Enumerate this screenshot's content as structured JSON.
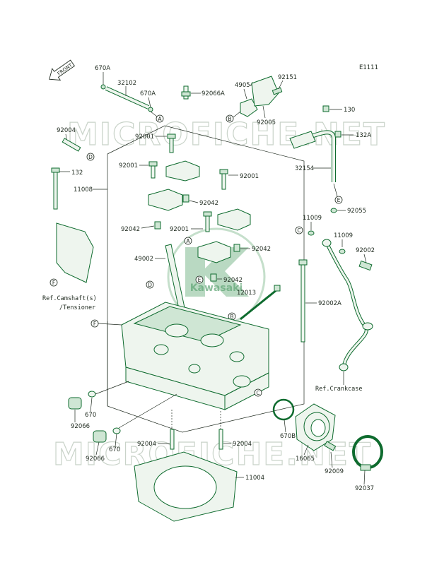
{
  "diagram_code": "E1111",
  "front_label": "FRONT",
  "watermark": "MICROFICHE.NET",
  "logo_text": "Kawasaki",
  "part_labels": {
    "p670A_top": "670A",
    "p32102": "32102",
    "p670A_mid": "670A",
    "p92066A": "92066A",
    "p49054": "49054",
    "p92151": "92151",
    "p92005": "92005",
    "p130": "130",
    "p132A": "132A",
    "p92004_top": "92004",
    "p92001_a": "92001",
    "p92001_b": "92001",
    "p92001_c": "92001",
    "p92001_d": "92001",
    "p132": "132",
    "p11008": "11008",
    "p32154": "32154",
    "p92042_a": "92042",
    "p92042_b": "92042",
    "p92042_c": "92042",
    "p92042_d": "92042",
    "p92055": "92055",
    "p11009_a": "11009",
    "p11009_b": "11009",
    "p92002": "92002",
    "p49002": "49002",
    "p12013": "12013",
    "p92002A": "92002A",
    "p670_a": "670",
    "p670_b": "670",
    "p92066_a": "92066",
    "p92066_b": "92066",
    "p92004_b": "92004",
    "p92004_c": "92004",
    "p670B": "670B",
    "p16065": "16065",
    "p92009": "92009",
    "p92037": "92037",
    "p11004": "11004"
  },
  "references": {
    "camshaft_line1": "Ref.Camshaft(s)",
    "camshaft_line2": "/Tensioner",
    "crankcase": "Ref.Crankcase"
  },
  "callouts": {
    "A": "A",
    "B": "B",
    "C": "C",
    "D": "D",
    "E": "E",
    "F": "F"
  }
}
